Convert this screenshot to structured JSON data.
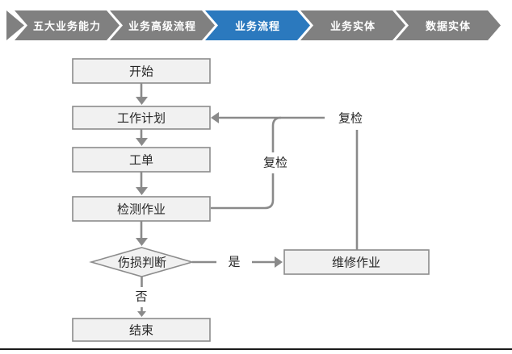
{
  "breadcrumb": {
    "items": [
      {
        "label": "五大业务能力",
        "active": false
      },
      {
        "label": "业务高级流程",
        "active": false
      },
      {
        "label": "业务流程",
        "active": true
      },
      {
        "label": "业务实体",
        "active": false
      },
      {
        "label": "数据实体",
        "active": false
      }
    ]
  },
  "flowchart": {
    "nodes": {
      "start": "开始",
      "work_plan": "工作计划",
      "work_order": "工单",
      "inspection_job": "检测作业",
      "damage_decision": "伤损判断",
      "repair_job": "维修作业",
      "end": "结束"
    },
    "edge_labels": {
      "recheck_inner": "复检",
      "recheck_outer": "复检",
      "yes": "是",
      "no": "否"
    }
  },
  "colors": {
    "accent": "#2B79BE",
    "chev_gray": "#808080",
    "node_fill": "#F1F1F1",
    "node_border": "#8C8C8C",
    "connector": "#8A8A8A",
    "label_text": "#262626",
    "rule": "#1A1A1A"
  }
}
